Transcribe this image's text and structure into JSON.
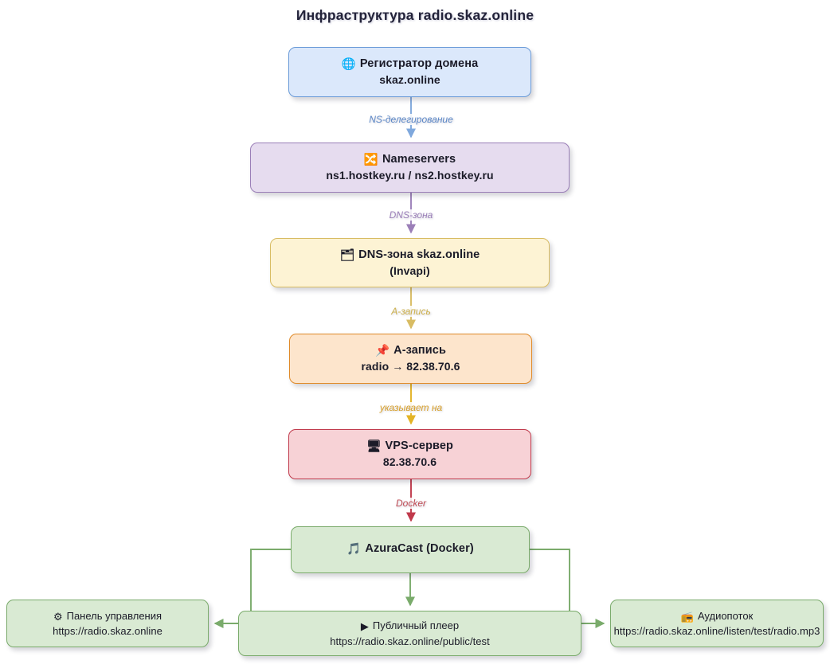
{
  "page": {
    "title": "Инфраструктура radio.skaz.online",
    "background": "#ffffff"
  },
  "nodes": {
    "registrar": {
      "icon": "globe-icon",
      "icon_glyph": "🌐",
      "title": "Регистратор домена",
      "sub": "skaz.online",
      "fill": "#dbe8fb",
      "border": "#6a9bd8"
    },
    "nameservers": {
      "icon": "shuffle-icon",
      "icon_glyph": "🔀",
      "title": "Nameservers",
      "sub": "ns1.hostkey.ru / ns2.hostkey.ru",
      "fill": "#e6dcef",
      "border": "#9b7fb8"
    },
    "dnszone": {
      "icon": "folder-icon",
      "icon_glyph": "🗂",
      "title": "DNS-зона skaz.online",
      "sub": "(Invapi)",
      "fill": "#fdf3d4",
      "border": "#d8bc63"
    },
    "arecord": {
      "icon": "pushpin-icon",
      "icon_glyph": "📌",
      "title": "A-запись",
      "sub": "radio → 82.38.70.6",
      "fill": "#fde5cc",
      "border": "#e08a28"
    },
    "vps": {
      "icon": "server-icon",
      "icon_glyph": "🖥",
      "title": "VPS-сервер",
      "sub": "82.38.70.6",
      "fill": "#f7d2d6",
      "border": "#c0394b"
    },
    "azuracast": {
      "icon": "music-note-icon",
      "icon_glyph": "🎵",
      "title": "AzuraCast (Docker)",
      "sub": "",
      "fill": "#d9ead3",
      "border": "#7aab6b"
    },
    "panel": {
      "icon": "gear-icon",
      "icon_glyph": "⚙",
      "title": "Панель управления",
      "sub": "https://radio.skaz.online",
      "fill": "#d9ead3",
      "border": "#7aab6b"
    },
    "player": {
      "icon": "play-button-icon",
      "icon_glyph": "▶",
      "title": "Публичный плеер",
      "sub": "https://radio.skaz.online/public/test",
      "fill": "#d9ead3",
      "border": "#7aab6b"
    },
    "stream": {
      "icon": "radio-icon",
      "icon_glyph": "📻",
      "title": "Аудиопоток",
      "sub": "https://radio.skaz.online/listen/test/radio.mp3",
      "fill": "#d9ead3",
      "border": "#7aab6b"
    }
  },
  "edges": {
    "ns_delegation": {
      "label": "NS-делегирование",
      "color": "#5b87c6"
    },
    "dns_zone": {
      "label": "DNS-зона",
      "color": "#9b7fb8"
    },
    "a_record": {
      "label": "A-запись",
      "color": "#cdb04b"
    },
    "points_to": {
      "label": "указывает на",
      "color": "#d8a02a"
    },
    "docker": {
      "label": "Docker",
      "color": "#bf4a52"
    },
    "to_panel": {
      "label": "",
      "color": "#7aab6b"
    },
    "to_player": {
      "label": "",
      "color": "#7aab6b"
    },
    "to_stream": {
      "label": "",
      "color": "#7aab6b"
    }
  }
}
